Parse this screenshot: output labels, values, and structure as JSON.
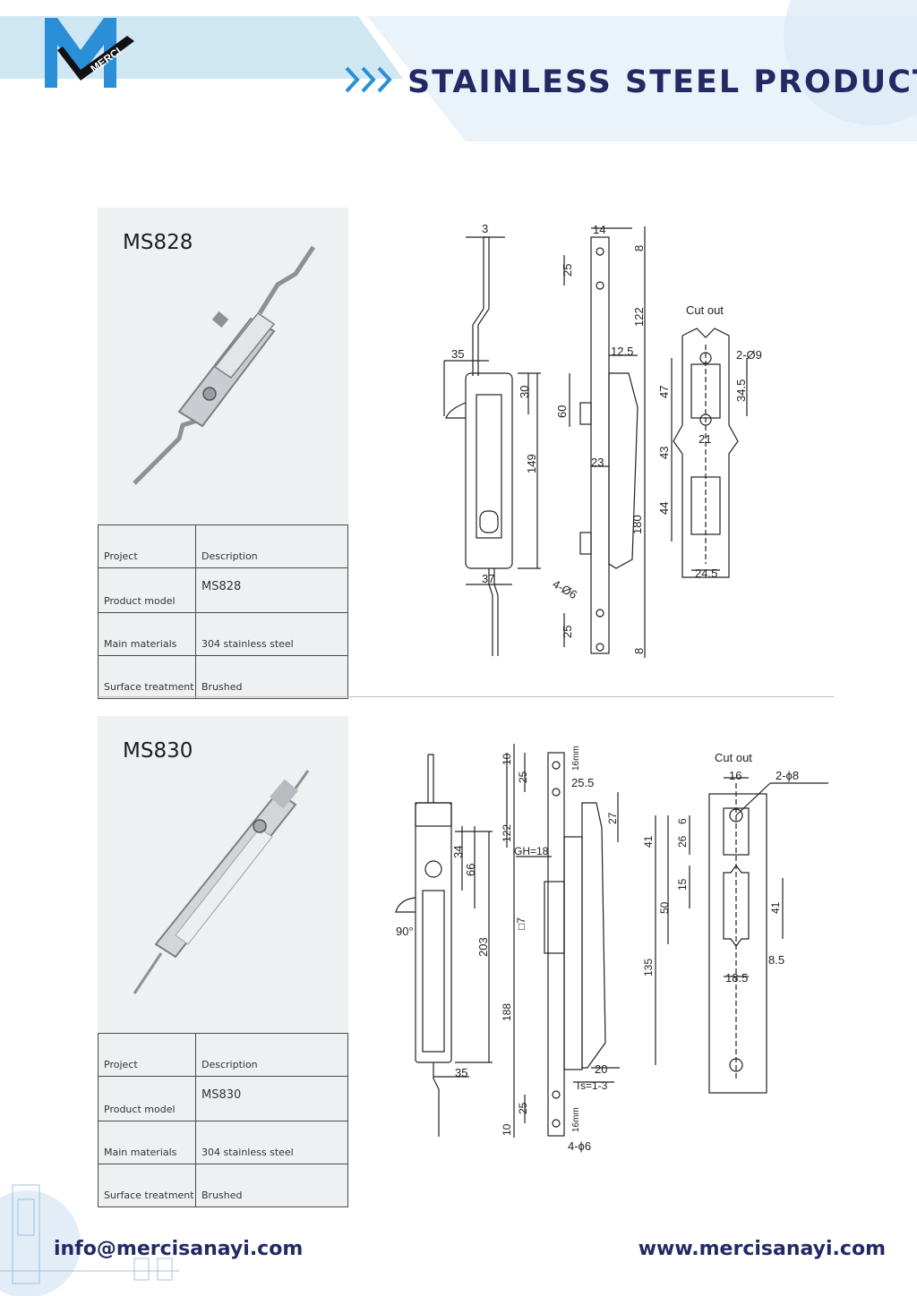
{
  "header": {
    "brand": "MERCI",
    "title": "STAINLESS STEEL PRODUCTS"
  },
  "products": [
    {
      "model": "MS828",
      "spec_headers": [
        "Project",
        "Description"
      ],
      "rows": [
        {
          "label": "Product model",
          "value": "MS828"
        },
        {
          "label": "Main materials",
          "value": "304 stainless steel"
        },
        {
          "label": "Surface treatment",
          "value": "Brushed"
        }
      ],
      "drawing": {
        "cut_out": "Cut out",
        "dims": [
          "3",
          "14",
          "8",
          "25",
          "122",
          "35",
          "30",
          "12.5",
          "2-Ø9",
          "60",
          "47",
          "34.5",
          "149",
          "43",
          "21",
          "23",
          "180",
          "44",
          "37",
          "24.5",
          "4-Ø6",
          "25",
          "8"
        ]
      }
    },
    {
      "model": "MS830",
      "spec_headers": [
        "Project",
        "Description"
      ],
      "rows": [
        {
          "label": "Product model",
          "value": "MS830"
        },
        {
          "label": "Main materials",
          "value": "304 stainless steel"
        },
        {
          "label": "Surface treatment",
          "value": "Brushed"
        }
      ],
      "drawing": {
        "cut_out": "Cut out",
        "dims": [
          "10",
          "16mm",
          "25",
          "25.5",
          "122",
          "GH=18",
          "27",
          "34",
          "66",
          "□7",
          "90°",
          "203",
          "188",
          "35",
          "20",
          "Ts=1-3",
          "25",
          "10",
          "16mm",
          "4-ϕ6",
          "16",
          "2-ϕ8",
          "6",
          "26",
          "41",
          "15",
          "50",
          "41",
          "8.5",
          "18.5",
          "135"
        ]
      }
    }
  ],
  "footer": {
    "email": "info@mercisanayi.com",
    "website": "www.mercisanayi.com"
  },
  "colors": {
    "navy": "#232a63",
    "accent_blue": "#2a8fd6",
    "light_blue": "#cfe6f3",
    "card_bg": "#eef0f2"
  }
}
